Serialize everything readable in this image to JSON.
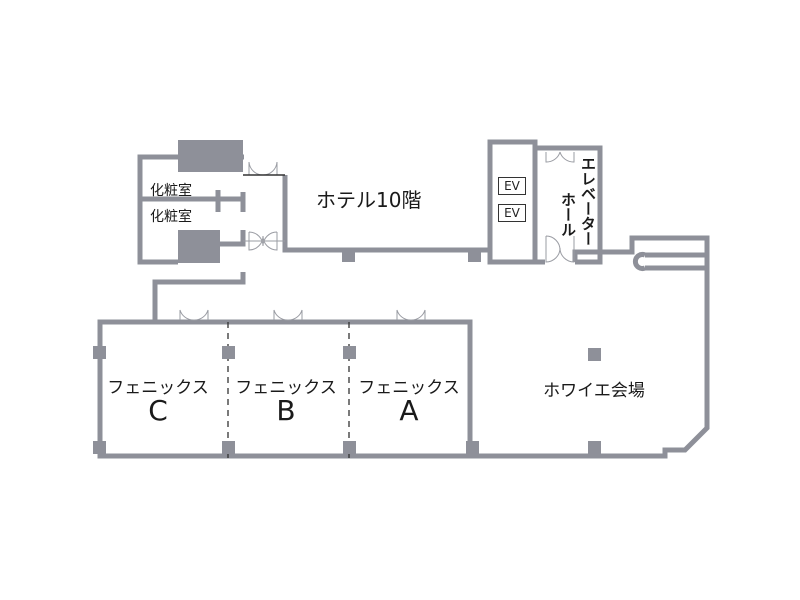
{
  "floor_title": "ホテル10階",
  "rooms": {
    "powder_room_1": "化粧室",
    "powder_room_2": "化粧室",
    "phoenix_c": {
      "name": "フェニックス",
      "letter": "C"
    },
    "phoenix_b": {
      "name": "フェニックス",
      "letter": "B"
    },
    "phoenix_a": {
      "name": "フェニックス",
      "letter": "A"
    },
    "foyer": "ホワイエ会場",
    "elevator_hall_line1": "エレベーター",
    "elevator_hall_line2": "ホール"
  },
  "elevators": [
    "EV",
    "EV"
  ],
  "colors": {
    "wall": "#8e9099",
    "pillar": "#8e9099",
    "text": "#1a1a1a",
    "door": "#9a9ca3"
  }
}
